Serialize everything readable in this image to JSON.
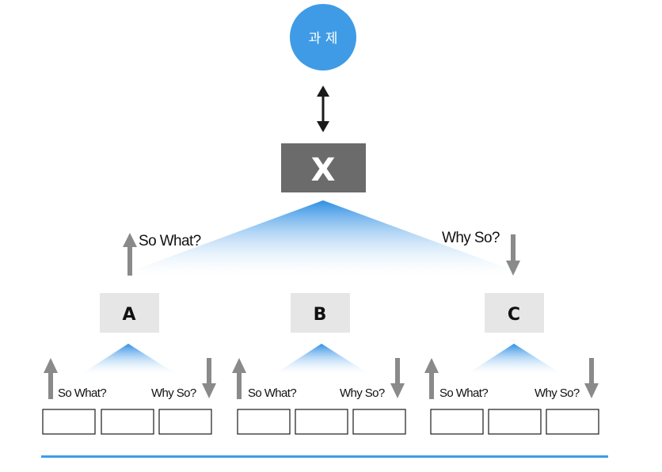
{
  "diagram": {
    "topic": {
      "label": "과 제"
    },
    "main_node": {
      "label": "X"
    },
    "main_left_label": "So What?",
    "main_right_label": "Why So?",
    "children": [
      {
        "label": "A",
        "left_label": "So What?",
        "right_label": "Why So?"
      },
      {
        "label": "B",
        "left_label": "So What?",
        "right_label": "Why So?"
      },
      {
        "label": "C",
        "left_label": "So What?",
        "right_label": "Why So?"
      }
    ]
  },
  "colors": {
    "accent_blue": "#3f9be6",
    "node_dark": "#6b6b6b",
    "node_light": "#e6e6e6",
    "arrow_gray": "#8a8a8a",
    "arrow_dark": "#1a1a1a"
  }
}
